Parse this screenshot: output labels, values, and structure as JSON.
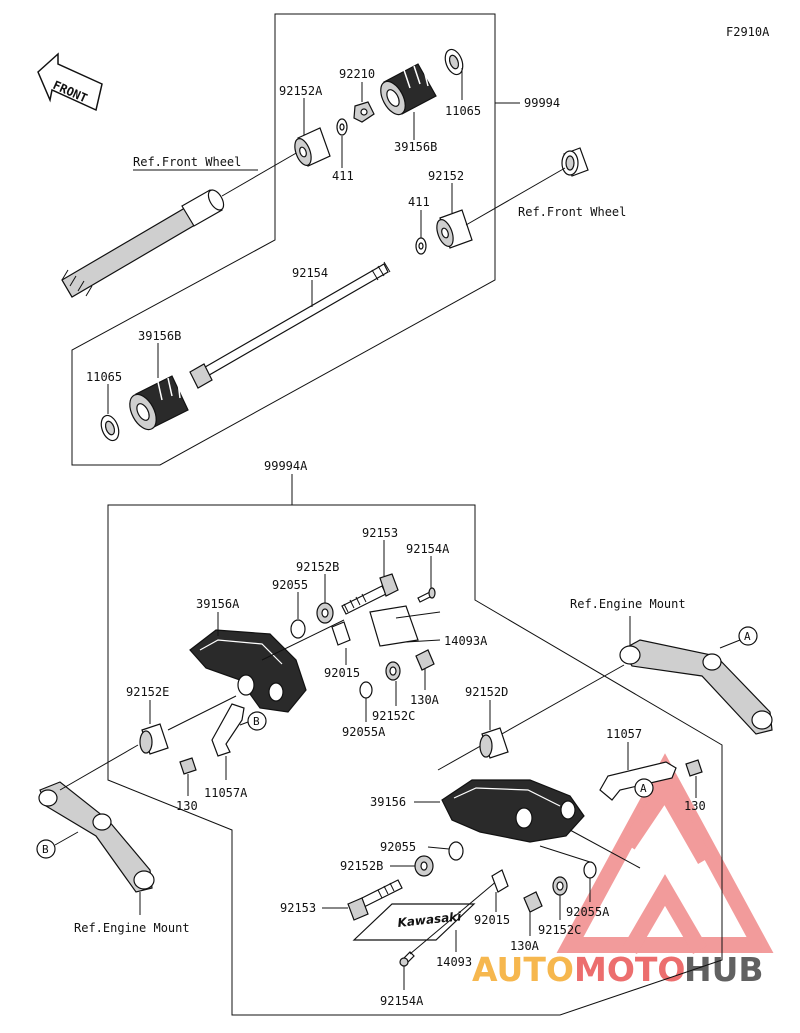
{
  "figure_code": "F2910A",
  "front_arrow": {
    "text": "FRONT"
  },
  "upper_group": {
    "assembly_label": "99994",
    "labels": {
      "p92210": "92210",
      "p92152A": "92152A",
      "p11065_top": "11065",
      "p39156B_top": "39156B",
      "p411_top": "411",
      "p411_mid": "411",
      "p92152": "92152",
      "p92154": "92154",
      "p39156B_bot": "39156B",
      "p11065_bot": "11065",
      "ref_front_wheel_left": "Ref.Front Wheel",
      "ref_front_wheel_right": "Ref.Front Wheel"
    }
  },
  "lower_group": {
    "assembly_label": "99994A",
    "labels": {
      "p92153_top": "92153",
      "p92154A_top": "92154A",
      "p92152B_top": "92152B",
      "p92055_top": "92055",
      "p39156A": "39156A",
      "p14093A": "14093A",
      "p92015_top": "92015",
      "p130A_top": "130A",
      "p92152E": "92152E",
      "p92152C_top": "92152C",
      "p92055A_top": "92055A",
      "p92152D": "92152D",
      "p11057A": "11057A",
      "p130_left": "130",
      "p11057": "11057",
      "p130_right": "130",
      "p39156": "39156",
      "p92055_bot": "92055",
      "p92152B_bot": "92152B",
      "p92153_bot": "92153",
      "p92015_bot": "92015",
      "p92055A_bot": "92055A",
      "p92152C_bot": "92152C",
      "p130A_bot": "130A",
      "p14093": "14093",
      "p92154A_bot": "92154A",
      "ref_engine_mount_top": "Ref.Engine Mount",
      "ref_engine_mount_bot": "Ref.Engine Mount",
      "marker_A_right": "A",
      "marker_A_mid": "A",
      "marker_B_mid": "B",
      "marker_B_left": "B",
      "decal_text": "Kawasaki"
    }
  },
  "watermark": {
    "text_part1": "AUTO",
    "text_part2": "MOTO",
    "text_part3": "HUB",
    "color_orange": "#f5a623",
    "color_red": "#e84a4a",
    "color_dark": "#3a3a3a"
  }
}
